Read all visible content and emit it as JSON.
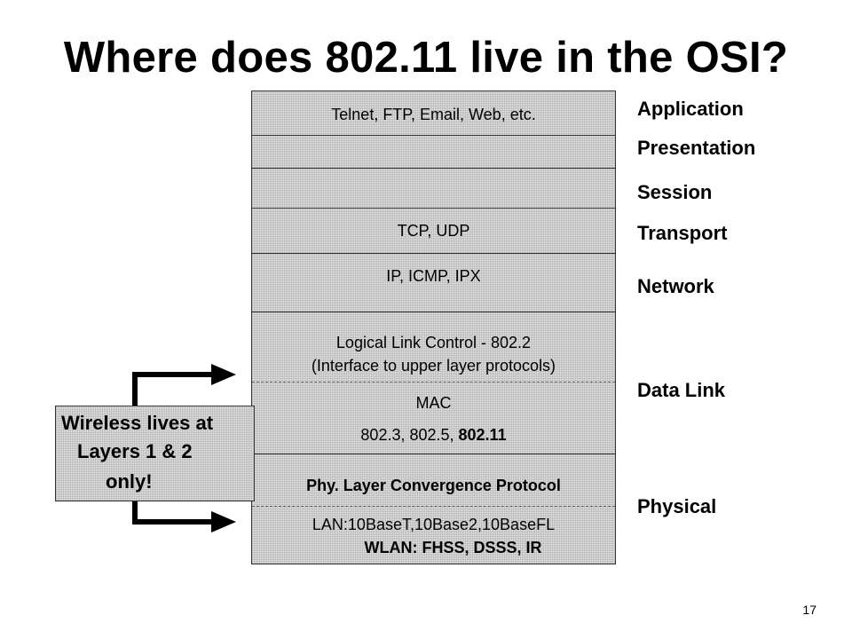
{
  "title": "Where does 802.11 live in the OSI?",
  "page_number": "17",
  "stack": {
    "application_text": "Telnet, FTP, Email, Web, etc.",
    "presentation_text": "",
    "session_text": "",
    "transport_text": "TCP, UDP",
    "network_text": "IP, ICMP, IPX",
    "llc_line1": "Logical Link Control - 802.2",
    "llc_line2": "(Interface to upper layer protocols)",
    "mac_line1": "MAC",
    "mac_line2_prefix": "802.3, 802.5, ",
    "mac_line2_bold": "802.11",
    "plcp_text": "Phy. Layer Convergence Protocol",
    "pmd_line1": "LAN:10BaseT,10Base2,10BaseFL",
    "pmd_line2": "WLAN: FHSS, DSSS, IR"
  },
  "layers": {
    "application": "Application",
    "presentation": "Presentation",
    "session": "Session",
    "transport": "Transport",
    "network": "Network",
    "datalink": "Data Link",
    "physical": "Physical"
  },
  "callout": {
    "line1": "Wireless lives at",
    "line2": "Layers 1 & 2",
    "line3": "only!"
  }
}
